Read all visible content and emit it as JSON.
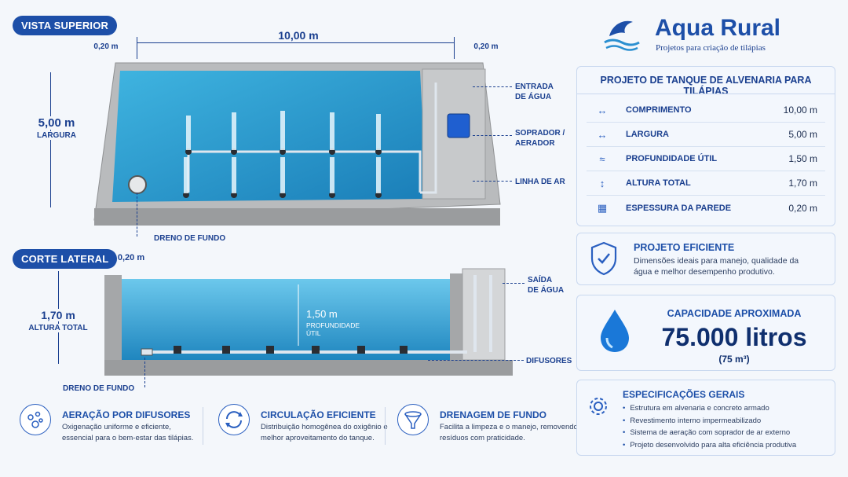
{
  "top_view": {
    "label": "VISTA SUPERIOR",
    "length": "10,00 m",
    "wall_left": "0,20 m",
    "wall_right": "0,20 m",
    "width_value": "5,00 m",
    "width_label": "LARGURA",
    "callouts": {
      "inlet": "ENTRADA\nDE ÁGUA",
      "blower": "SOPRADOR /\nAERADOR",
      "air_line": "LINHA DE AR",
      "drain": "DRENO DE FUNDO"
    }
  },
  "side_view": {
    "label": "CORTE LATERAL",
    "wall": "0,20 m",
    "height_value": "1,70 m",
    "height_label": "ALTURA TOTAL",
    "depth_value": "1,50 m",
    "depth_label": "PROFUNDIDADE\nÚTIL",
    "callouts": {
      "outlet": "SAÍDA\nDE ÁGUA",
      "diffusers": "DIFUSORES",
      "drain": "DRENO DE FUNDO"
    }
  },
  "brand": {
    "name": "Aqua Rural",
    "tagline": "Projetos para criação de tilápias"
  },
  "project": {
    "title": "PROJETO DE TANQUE DE ALVENARIA PARA TILÁPIAS",
    "rows": [
      {
        "icon": "length-arrows-icon",
        "label": "COMPRIMENTO",
        "value": "10,00 m"
      },
      {
        "icon": "width-arrows-icon",
        "label": "LARGURA",
        "value": "5,00 m"
      },
      {
        "icon": "water-waves-icon",
        "label": "PROFUNDIDADE ÚTIL",
        "value": "1,50 m"
      },
      {
        "icon": "height-arrow-icon",
        "label": "ALTURA TOTAL",
        "value": "1,70 m"
      },
      {
        "icon": "brick-wall-icon",
        "label": "ESPESSURA DA PAREDE",
        "value": "0,20 m"
      }
    ]
  },
  "efficient": {
    "title": "PROJETO EFICIENTE",
    "text": "Dimensões ideais para manejo, qualidade da água e melhor desempenho produtivo."
  },
  "capacity": {
    "title": "CAPACIDADE APROXIMADA",
    "value": "75.000 litros",
    "sub": "(75 m³)"
  },
  "general": {
    "title": "ESPECIFICAÇÕES GERAIS",
    "items": [
      "Estrutura em alvenaria e concreto armado",
      "Revestimento interno impermeabilizado",
      "Sistema de aeração com soprador de ar externo",
      "Projeto desenvolvido para alta eficiência produtiva"
    ]
  },
  "features": [
    {
      "title": "AERAÇÃO POR DIFUSORES",
      "text": "Oxigenação uniforme e eficiente, essencial para o bem-estar das tilápias."
    },
    {
      "title": "CIRCULAÇÃO EFICIENTE",
      "text": "Distribuição homogênea do oxigênio e melhor aproveitamento do tanque."
    },
    {
      "title": "DRENAGEM DE FUNDO",
      "text": "Facilita a limpeza e o manejo, removendo resíduos com praticidade."
    }
  ],
  "colors": {
    "brand_blue": "#1d4fa8",
    "water": "#2a9bd0",
    "concrete": "#a8aaac"
  }
}
